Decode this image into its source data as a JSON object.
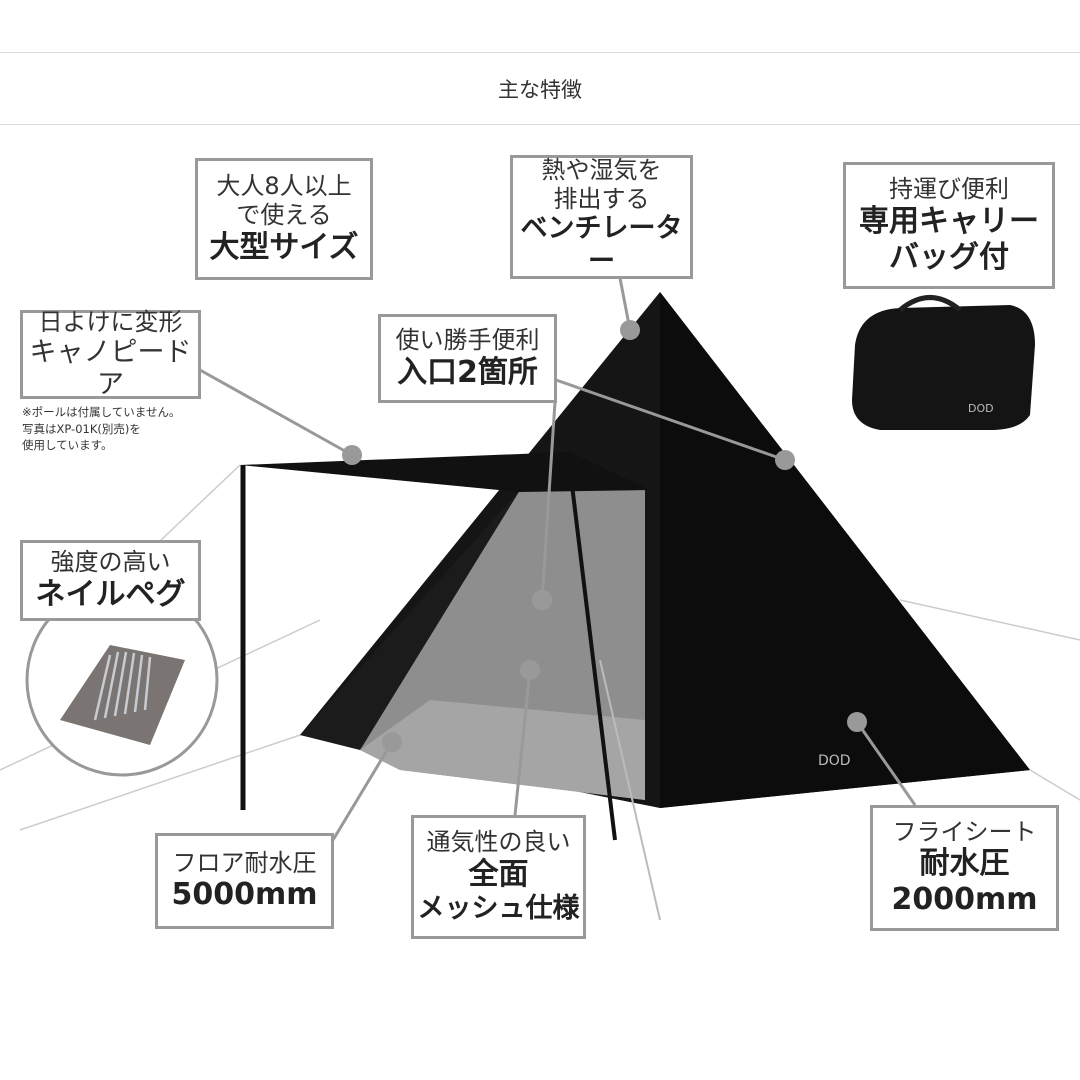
{
  "header": {
    "title": "主な特徴"
  },
  "features": {
    "size": {
      "line1": "大人8人以上",
      "line2": "で使える",
      "line3": "大型サイズ"
    },
    "vent": {
      "line1": "熱や湿気を",
      "line2": "排出する",
      "line3": "ベンチレーター"
    },
    "bag": {
      "line1": "持運び便利",
      "line2": "専用キャリー",
      "line3": "バッグ付"
    },
    "canopy": {
      "line1": "日よけに変形",
      "line2": "キャノピードア",
      "note": [
        "※ポールは付属していません。",
        "写真はXP-01K(別売)を",
        "使用しています。"
      ]
    },
    "entrance": {
      "line1": "使い勝手便利",
      "line2": "入口2箇所"
    },
    "peg": {
      "line1": "強度の高い",
      "line2": "ネイルペグ"
    },
    "floor": {
      "line1": "フロア耐水圧",
      "line2": "5000mm"
    },
    "mesh": {
      "line1": "通気性の良い",
      "line2": "全面",
      "line3": "メッシュ仕様"
    },
    "fly": {
      "line1": "フライシート",
      "line2": "耐水圧",
      "line3": "2000mm"
    }
  },
  "logo": "DOD"
}
